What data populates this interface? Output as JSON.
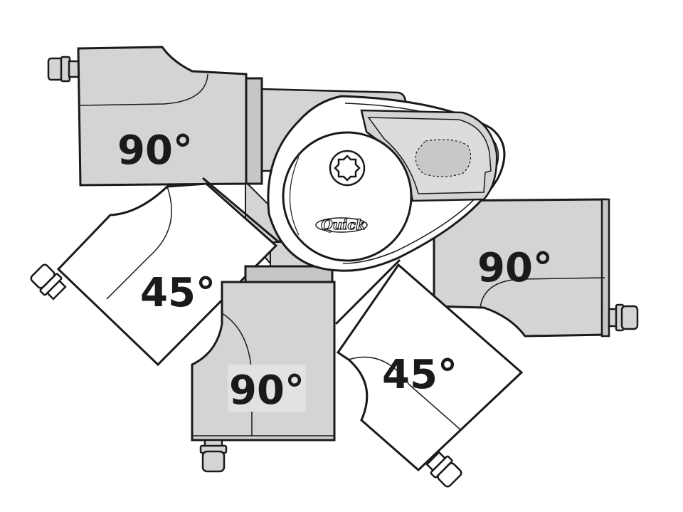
{
  "labels": {
    "top_left_motor": "90°",
    "left_motor": "45°",
    "right_motor": "90°",
    "bottom_motor": "90°",
    "bottom_right_motor": "45°"
  },
  "logo": {
    "brand": "Quick"
  },
  "colors": {
    "outline": "#1a1a1a",
    "motor_gray": "#d4d4d4",
    "motor_gray_dark": "#c6c6c6",
    "motor_light": "#ffffff",
    "highlight_box": "#e2e2e2"
  }
}
